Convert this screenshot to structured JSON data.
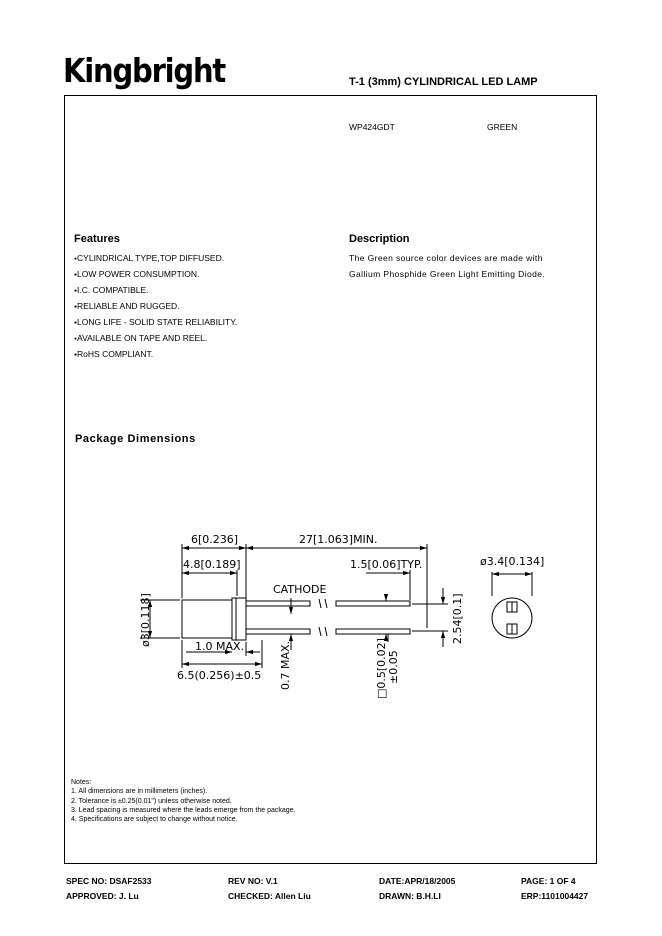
{
  "header": {
    "brand": "Kingbright",
    "doc_title": "T-1 (3mm) CYLINDRICAL LED LAMP"
  },
  "product": {
    "part_no": "WP424GDT",
    "color": "GREEN"
  },
  "features": {
    "heading": "Features",
    "items": [
      "CYLINDRICAL TYPE,TOP DIFFUSED.",
      "LOW POWER CONSUMPTION.",
      "I.C. COMPATIBLE.",
      "RELIABLE AND RUGGED.",
      "LONG LIFE - SOLID STATE RELIABILITY.",
      "AVAILABLE ON TAPE AND REEL.",
      "RoHS COMPLIANT."
    ]
  },
  "description": {
    "heading": "Description",
    "lines": [
      "The Green source color devices are made with",
      "Gallium Phosphide Green Light Emitting Diode."
    ]
  },
  "package": {
    "heading": "Package Dimensions",
    "labels": {
      "overall_body": "6[0.236]",
      "lead_length": "27[1.063]MIN.",
      "body_length": "4.8[0.189]",
      "lead_end": "1.5[0.06]TYP.",
      "cathode": "CATHODE",
      "diameter": "ø3[0.118]",
      "pitch": "2.54[0.1]",
      "flange": "1.0  MAX.",
      "seat": "6.5(0.256)±0.5",
      "flange_thickness": "0.7  MAX.",
      "lead_square": "□0.5[0.02]",
      "lead_tol": "±0.05",
      "top_diameter": "ø3.4[0.134]"
    }
  },
  "notes": {
    "title": "Notes:",
    "items": [
      "1. All dimensions are in millimeters (inches).",
      "2. Tolerance is ±0.25(0.01\") unless otherwise noted.",
      "3. Lead spacing is measured where the leads emerge from the package.",
      "4. Specifications are subject to change without notice."
    ]
  },
  "footer": {
    "spec_no": "SPEC NO: DSAF2533",
    "rev_no": "REV NO: V.1",
    "date": "DATE:APR/18/2005",
    "page": "PAGE:  1 OF 4",
    "approved": "APPROVED: J. Lu",
    "checked": "CHECKED: Allen Liu",
    "drawn": "DRAWN: B.H.LI",
    "erp": "ERP:1101004427"
  }
}
